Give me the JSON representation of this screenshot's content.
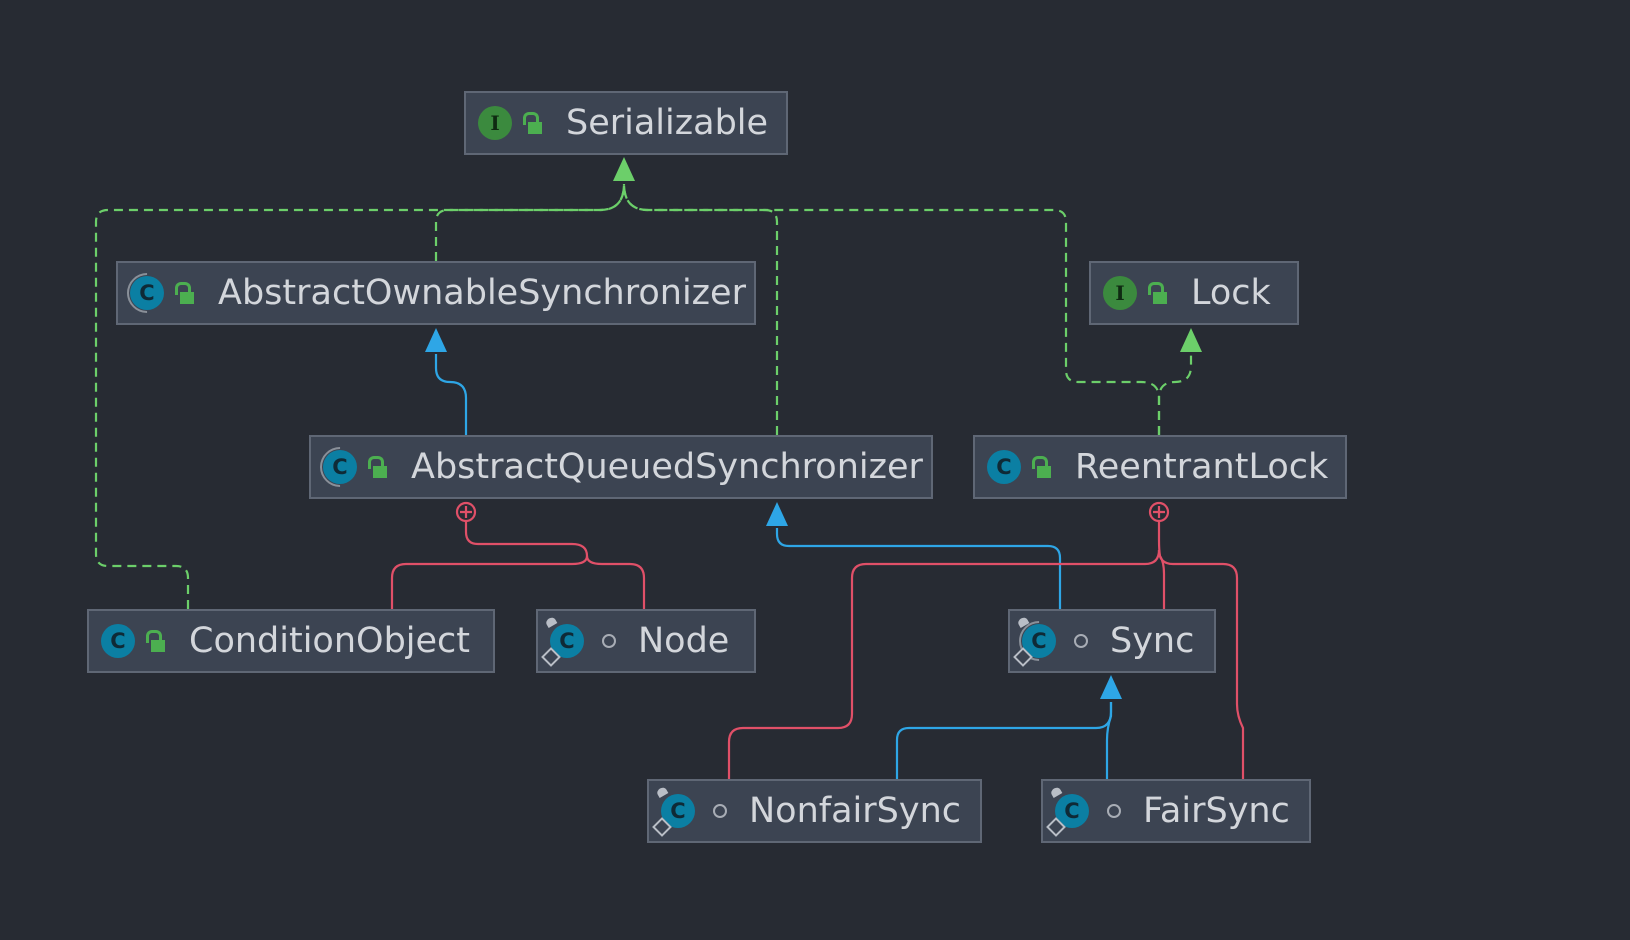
{
  "colors": {
    "background": "#272b33",
    "generalization": "#6ccf6a",
    "extends": "#2ea6e6",
    "inner": "#e05068"
  },
  "nodes": {
    "serializable": {
      "label": "Serializable",
      "kind": "interface",
      "icon": "interface-icon",
      "visibility": "public"
    },
    "aos": {
      "label": "AbstractOwnableSynchronizer",
      "kind": "abstract-class",
      "icon": "abstract-class-icon",
      "visibility": "public"
    },
    "lock": {
      "label": "Lock",
      "kind": "interface",
      "icon": "interface-icon",
      "visibility": "public"
    },
    "aqs": {
      "label": "AbstractQueuedSynchronizer",
      "kind": "abstract-class",
      "icon": "abstract-class-icon",
      "visibility": "public"
    },
    "reentrant": {
      "label": "ReentrantLock",
      "kind": "class",
      "icon": "class-icon",
      "visibility": "public"
    },
    "condition": {
      "label": "ConditionObject",
      "kind": "class",
      "icon": "class-icon",
      "visibility": "public"
    },
    "node": {
      "label": "Node",
      "kind": "static-class",
      "icon": "static-class-icon",
      "visibility": "package-private"
    },
    "sync": {
      "label": "Sync",
      "kind": "static-abstract-class",
      "icon": "static-abstract-class-icon",
      "visibility": "package-private"
    },
    "nonfair": {
      "label": "NonfairSync",
      "kind": "static-class",
      "icon": "static-class-icon",
      "visibility": "package-private"
    },
    "fair": {
      "label": "FairSync",
      "kind": "static-class",
      "icon": "static-class-icon",
      "visibility": "package-private"
    }
  },
  "edges": [
    {
      "from": "aos",
      "to": "serializable",
      "type": "implements"
    },
    {
      "from": "aqs",
      "to": "serializable",
      "type": "implements"
    },
    {
      "from": "condition",
      "to": "serializable",
      "type": "implements"
    },
    {
      "from": "reentrant",
      "to": "serializable",
      "type": "implements"
    },
    {
      "from": "reentrant",
      "to": "lock",
      "type": "implements"
    },
    {
      "from": "aqs",
      "to": "aos",
      "type": "extends"
    },
    {
      "from": "sync",
      "to": "aqs",
      "type": "extends"
    },
    {
      "from": "nonfair",
      "to": "sync",
      "type": "extends"
    },
    {
      "from": "fair",
      "to": "sync",
      "type": "extends"
    },
    {
      "from": "condition",
      "to": "aqs",
      "type": "inner"
    },
    {
      "from": "node",
      "to": "aqs",
      "type": "inner"
    },
    {
      "from": "sync",
      "to": "reentrant",
      "type": "inner"
    },
    {
      "from": "nonfair",
      "to": "reentrant",
      "type": "inner"
    },
    {
      "from": "fair",
      "to": "reentrant",
      "type": "inner"
    }
  ]
}
